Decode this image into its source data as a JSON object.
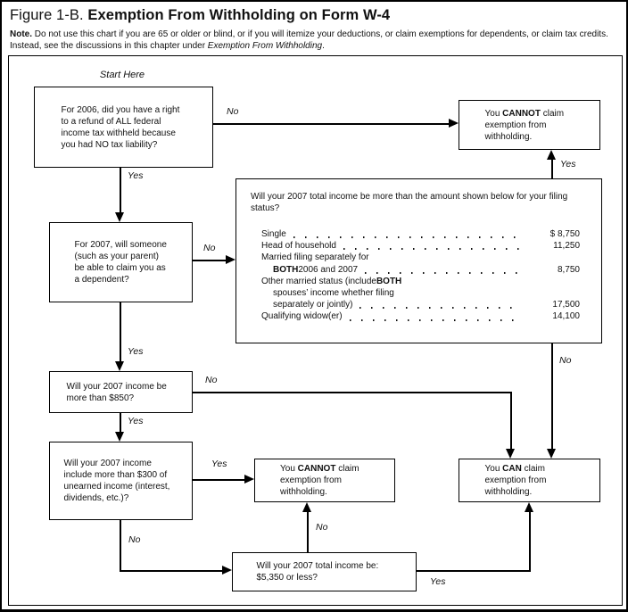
{
  "title": {
    "prefix": "Figure 1-B.",
    "main": "Exemption From Withholding on Form W-4"
  },
  "note": {
    "label": "Note.",
    "body": " Do not use this chart if you are 65 or older or blind, or if you will itemize your deductions, or claim exemptions for dependents, or claim tax credits. Instead, see the discussions in this chapter under ",
    "italic": "Exemption From Withholding",
    "suffix": "."
  },
  "start_here": "Start Here",
  "labels": {
    "yes": "Yes",
    "no": "No"
  },
  "nodes": {
    "q_refund": {
      "text": "For 2006, did you have a right to a refund of ALL federal income tax withheld because you had NO tax liability?"
    },
    "q_dependent": {
      "text": "For 2007, will someone (such as your parent) be able to claim you as a dependent?"
    },
    "q_income_850": {
      "text": "Will your 2007 income be more than $850?"
    },
    "q_unearned": {
      "text": "Will your 2007 income include more than $300 of unearned income (interest, dividends, etc.)?"
    },
    "q_total_5350": {
      "text": "Will your 2007 total income be: $5,350 or less?"
    },
    "cannot_top": {
      "pre": "You ",
      "bold": "CANNOT",
      "post": " claim exemption from withholding."
    },
    "cannot_mid": {
      "pre": "You ",
      "bold": "CANNOT",
      "post": " claim exemption from withholding."
    },
    "can": {
      "pre": "You ",
      "bold": "CAN",
      "post": " claim exemption from withholding."
    },
    "q_filing": {
      "question": "Will your 2007 total income be more than the amount shown below for your filing status?",
      "rows": [
        {
          "label": "Single",
          "amount": "$ 8,750"
        },
        {
          "label": "Head of household",
          "amount": "11,250"
        },
        {
          "label": "Married filing separately for"
        },
        {
          "bold": "BOTH",
          "post": " 2006 and 2007",
          "amount": "8,750"
        },
        {
          "pre": "Other married status (include ",
          "bold": "BOTH"
        },
        {
          "label": "spouses’ income whether filing"
        },
        {
          "label": "separately or jointly)",
          "amount": "17,500"
        },
        {
          "label": "Qualifying widow(er)",
          "amount": "14,100"
        }
      ]
    }
  }
}
